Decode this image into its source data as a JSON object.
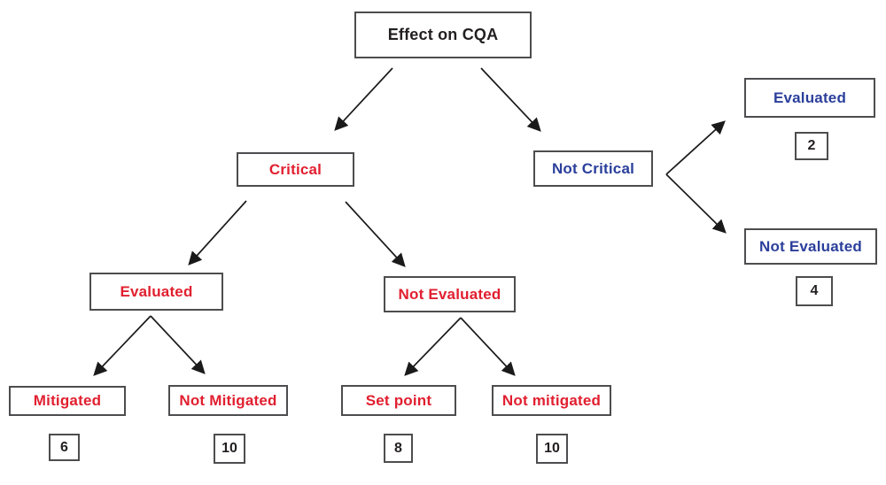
{
  "diagram": {
    "type": "decision-tree",
    "title": "Effect on CQA",
    "colors": {
      "root_text": "#231f20",
      "critical_branch": "#e11f2f",
      "not_critical_branch": "#2b3f9b",
      "box_border": "#4d4d4f",
      "arrow": "#1a1a1a",
      "background": "#ffffff"
    },
    "nodes": {
      "root": {
        "label": "Effect on CQA"
      },
      "critical": {
        "label": "Critical"
      },
      "not_critical": {
        "label": "Not Critical"
      },
      "c_evaluated": {
        "label": "Evaluated"
      },
      "c_not_evaluated": {
        "label": "Not Evaluated"
      },
      "mitigated": {
        "label": "Mitigated",
        "count": "6"
      },
      "not_mitigated": {
        "label": "Not Mitigated",
        "count": "10"
      },
      "set_point": {
        "label": "Set point",
        "count": "8"
      },
      "nm_not_mitigated": {
        "label": "Not mitigated",
        "count": "10"
      },
      "nc_evaluated": {
        "label": "Evaluated",
        "count": "2"
      },
      "nc_not_evaluated": {
        "label": "Not Evaluated",
        "count": "4"
      }
    },
    "edges": [
      {
        "from": "root",
        "to": "critical"
      },
      {
        "from": "root",
        "to": "not_critical"
      },
      {
        "from": "critical",
        "to": "c_evaluated"
      },
      {
        "from": "critical",
        "to": "c_not_evaluated"
      },
      {
        "from": "c_evaluated",
        "to": "mitigated"
      },
      {
        "from": "c_evaluated",
        "to": "not_mitigated"
      },
      {
        "from": "c_not_evaluated",
        "to": "set_point"
      },
      {
        "from": "c_not_evaluated",
        "to": "nm_not_mitigated"
      },
      {
        "from": "not_critical",
        "to": "nc_evaluated"
      },
      {
        "from": "not_critical",
        "to": "nc_not_evaluated"
      }
    ]
  }
}
